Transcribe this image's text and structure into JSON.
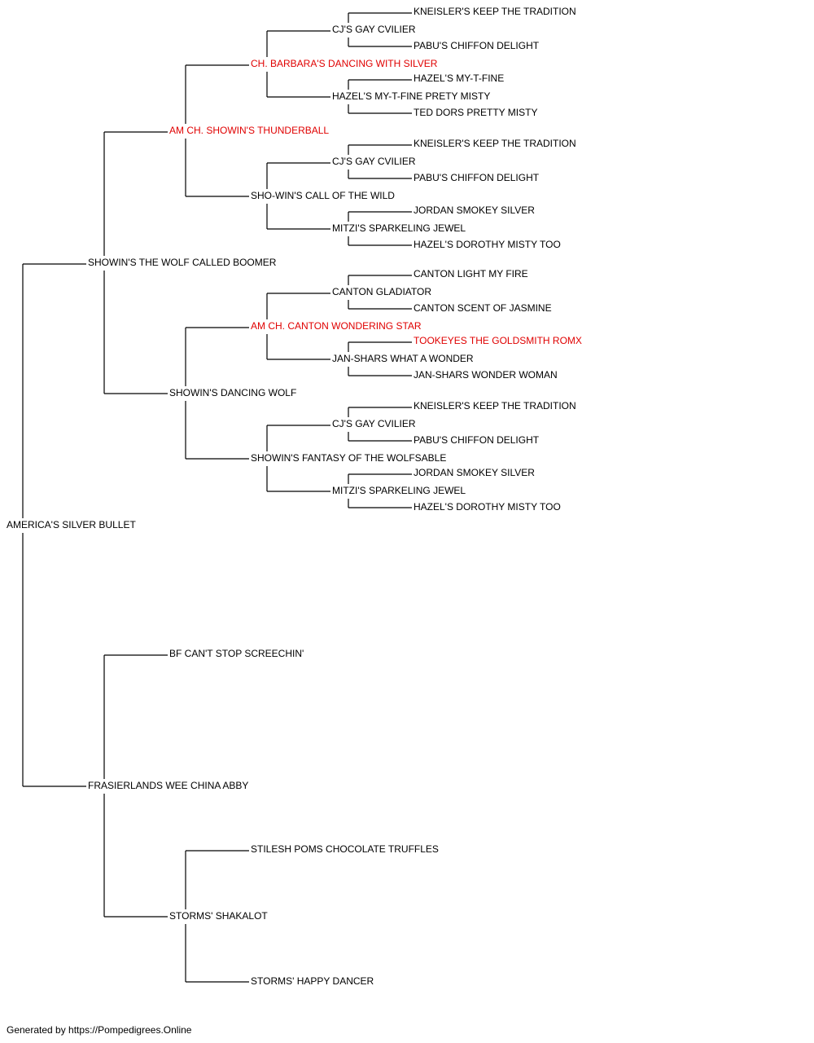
{
  "colors": {
    "champion": "#e00000",
    "normal": "#000000",
    "line": "#000000"
  },
  "pedigree": {
    "name": "AMERICA'S SILVER BULLET",
    "sire": {
      "name": "SHOWIN'S THE WOLF CALLED BOOMER",
      "sire": {
        "name": "AM CH. SHOWIN'S THUNDERBALL",
        "champion": true,
        "sire": {
          "name": "CH. BARBARA'S DANCING WITH SILVER",
          "champion": true,
          "sire": {
            "name": "CJ'S GAY CVILIER",
            "sire": {
              "name": "KNEISLER'S KEEP THE TRADITION"
            },
            "dam": {
              "name": "PABU'S CHIFFON DELIGHT"
            }
          },
          "dam": {
            "name": "HAZEL'S MY-T-FINE PRETY MISTY",
            "sire": {
              "name": "HAZEL'S MY-T-FINE"
            },
            "dam": {
              "name": "TED DORS PRETTY MISTY"
            }
          }
        },
        "dam": {
          "name": "SHO-WIN'S CALL OF THE WILD",
          "sire": {
            "name": "CJ'S GAY CVILIER",
            "sire": {
              "name": "KNEISLER'S KEEP THE TRADITION"
            },
            "dam": {
              "name": "PABU'S CHIFFON DELIGHT"
            }
          },
          "dam": {
            "name": "MITZI'S SPARKELING JEWEL",
            "sire": {
              "name": "JORDAN SMOKEY SILVER"
            },
            "dam": {
              "name": "HAZEL'S DOROTHY MISTY TOO"
            }
          }
        }
      },
      "dam": {
        "name": "SHOWIN'S DANCING WOLF",
        "sire": {
          "name": "AM CH. CANTON WONDERING STAR",
          "champion": true,
          "sire": {
            "name": "CANTON GLADIATOR",
            "sire": {
              "name": "CANTON LIGHT MY FIRE"
            },
            "dam": {
              "name": "CANTON SCENT OF JASMINE"
            }
          },
          "dam": {
            "name": "JAN-SHARS WHAT A WONDER",
            "sire": {
              "name": "TOOKEYES THE GOLDSMITH ROMX",
              "champion": true
            },
            "dam": {
              "name": "JAN-SHARS WONDER WOMAN"
            }
          }
        },
        "dam": {
          "name": "SHOWIN'S FANTASY OF THE WOLFSABLE",
          "sire": {
            "name": "CJ'S GAY CVILIER",
            "sire": {
              "name": "KNEISLER'S KEEP THE TRADITION"
            },
            "dam": {
              "name": "PABU'S CHIFFON DELIGHT"
            }
          },
          "dam": {
            "name": "MITZI'S SPARKELING JEWEL",
            "sire": {
              "name": "JORDAN SMOKEY SILVER"
            },
            "dam": {
              "name": "HAZEL'S DOROTHY MISTY TOO"
            }
          }
        }
      }
    },
    "dam": {
      "name": "FRASIERLANDS WEE CHINA ABBY",
      "sire": {
        "name": "BF CAN'T STOP SCREECHIN'"
      },
      "dam": {
        "name": "STORMS' SHAKALOT",
        "sire": {
          "name": "STILESH POMS CHOCOLATE TRUFFLES"
        },
        "dam": {
          "name": "STORMS' HAPPY DANCER"
        }
      }
    }
  },
  "footer": "Generated by https://Pompedigrees.Online"
}
